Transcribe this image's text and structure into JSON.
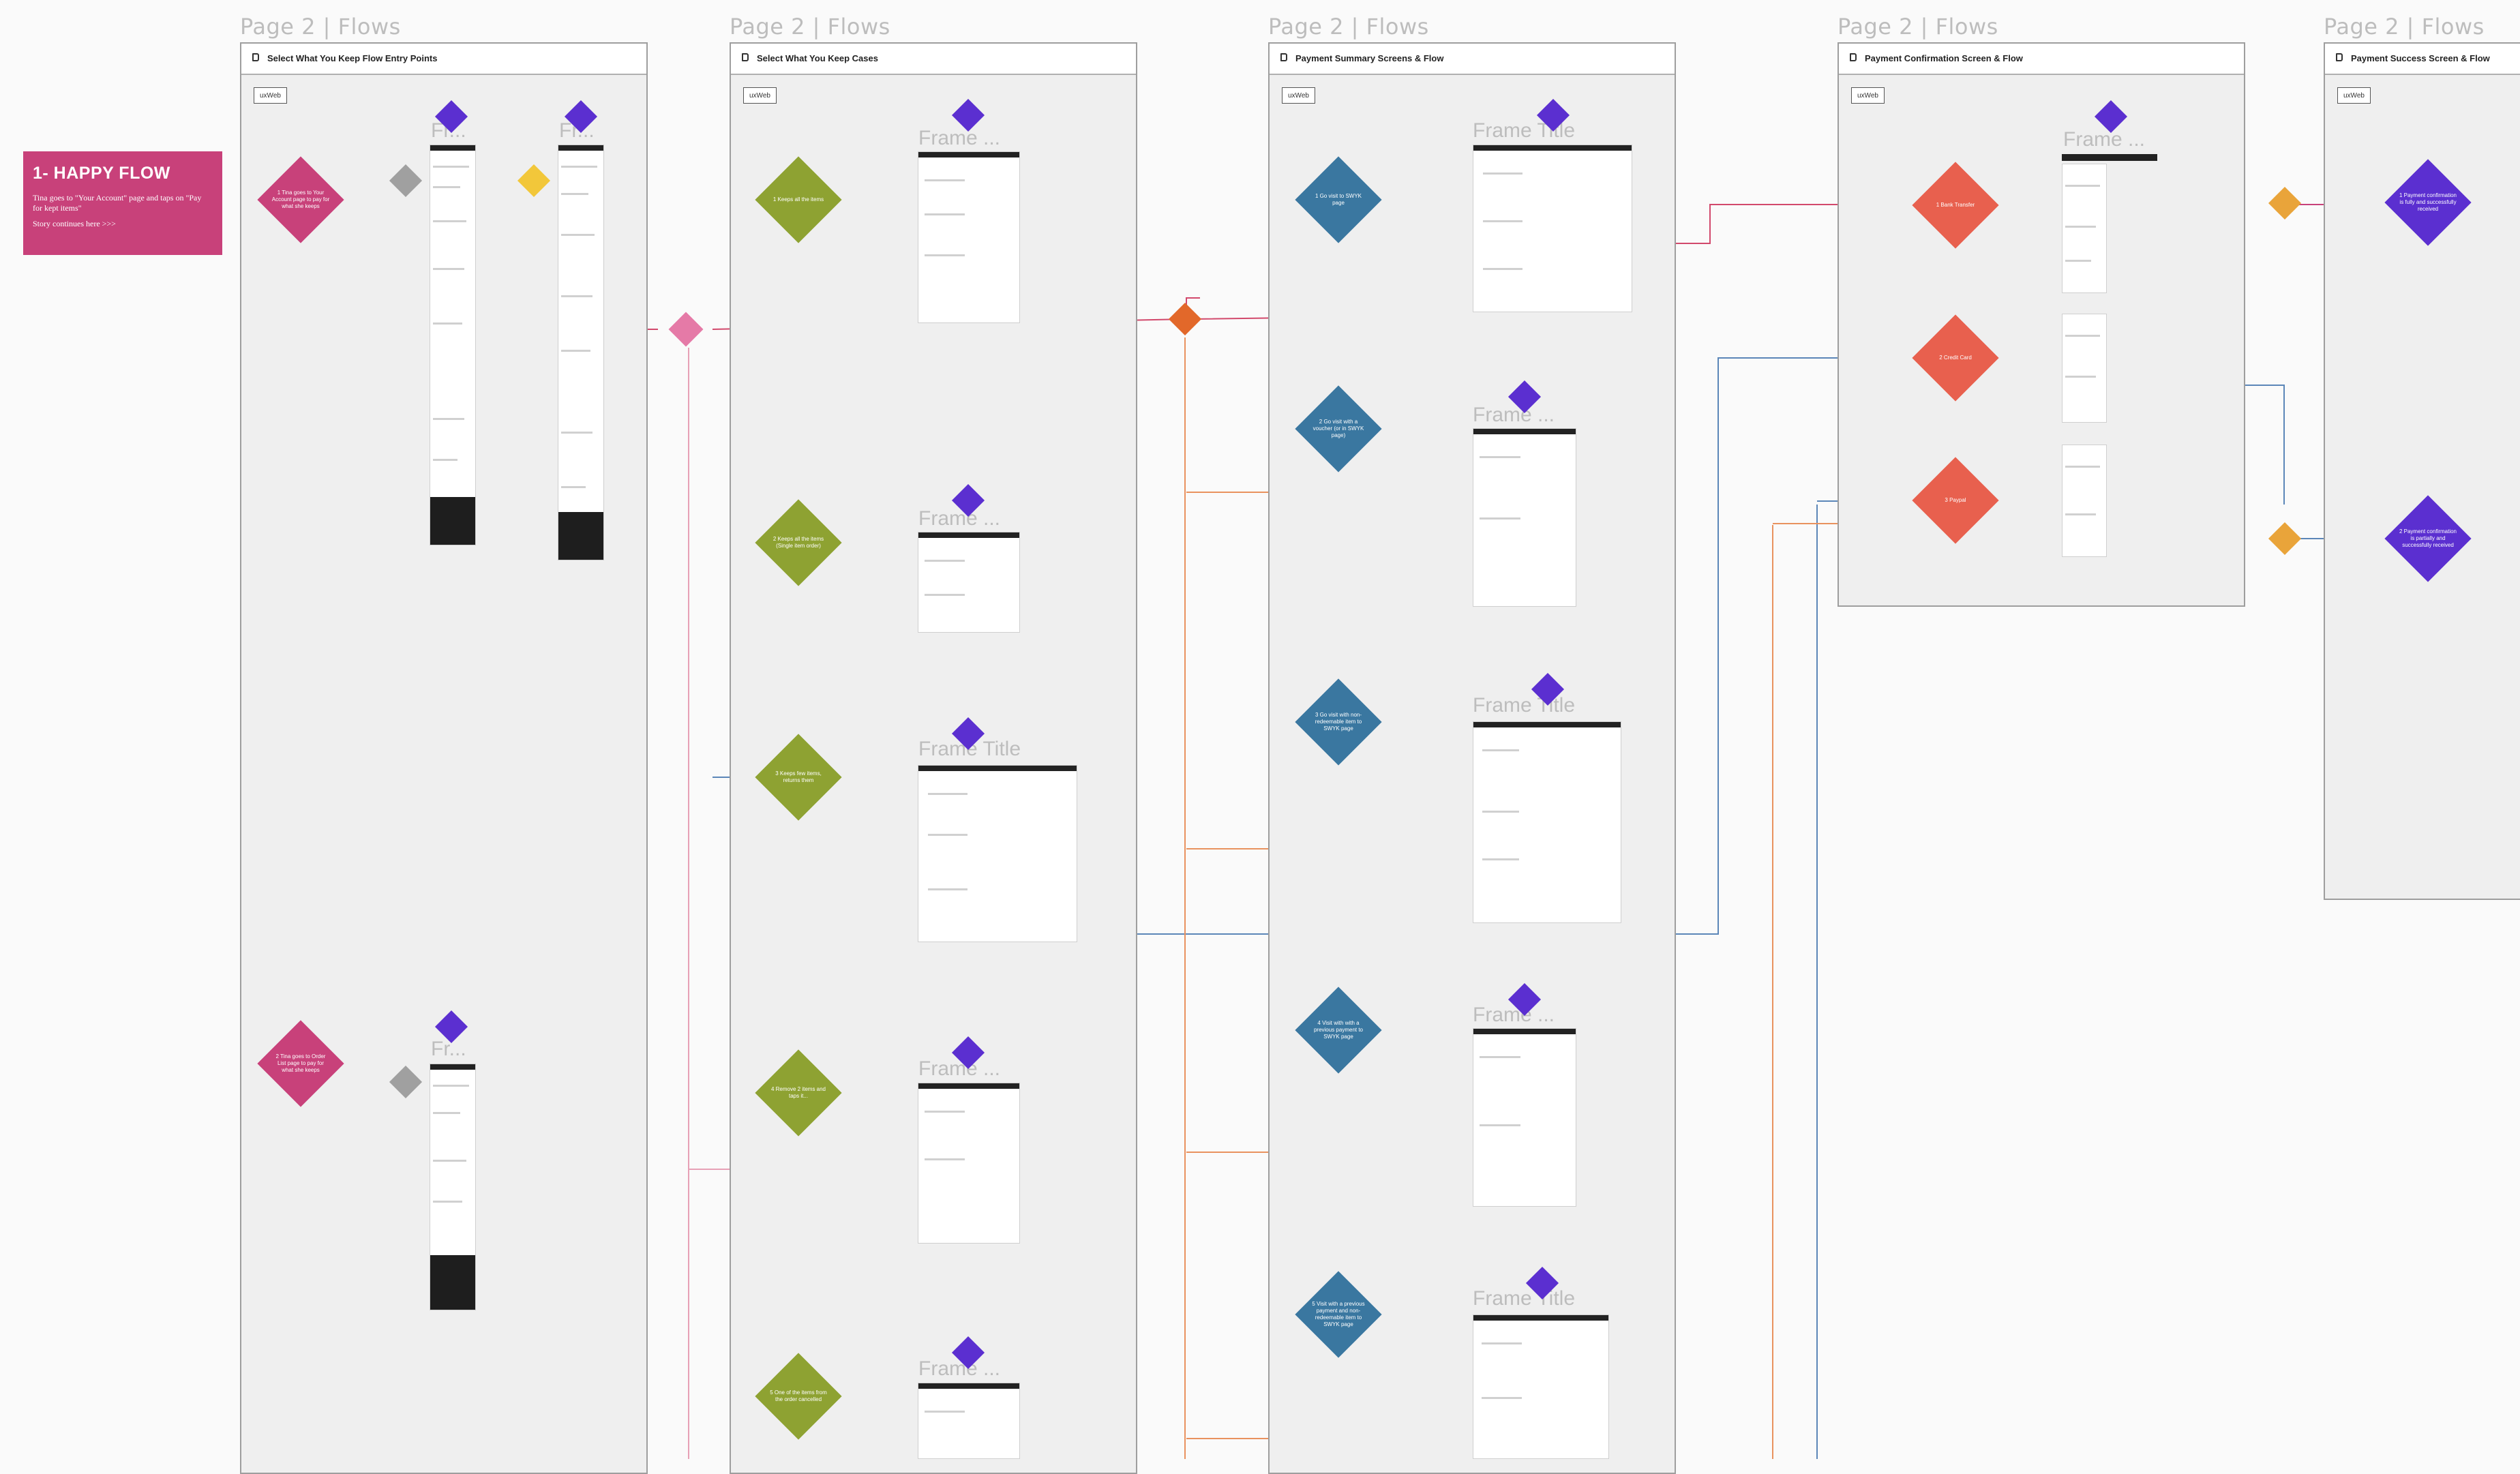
{
  "page_label": "Page 2 | Flows",
  "colors": {
    "pink": "#c8417a",
    "olive": "#8ea232",
    "blue": "#3a77a0",
    "red": "#e8604e",
    "purple": "#5b2fd0",
    "gray": "#a0a0a0",
    "yellow": "#f2c73a",
    "orange_connector": "#e2682a",
    "amber": "#e9a43a"
  },
  "happy_flow": {
    "title": "1- HAPPY FLOW",
    "text": "Tina goes to \"Your Account\" page and taps on \"Pay for kept items\"",
    "continue": "Story continues here >>>"
  },
  "sections": [
    {
      "title": "Select What You Keep Flow Entry Points",
      "tag": "uxWeb"
    },
    {
      "title": "Select What You Keep Cases",
      "tag": "uxWeb"
    },
    {
      "title": "Payment Summary Screens & Flow",
      "tag": "uxWeb"
    },
    {
      "title": "Payment Confirmation Screen & Flow",
      "tag": "uxWeb"
    },
    {
      "title": "Payment Success Screen & Flow",
      "tag": "uxWeb"
    }
  ],
  "frame_titles": {
    "short": "Fr...",
    "medium": "Frame ...",
    "full": "Frame Title"
  },
  "decision_nodes": {
    "entry": [
      "1\nTina goes to Your Account page to pay for what she keeps",
      "2\nTina goes to Order List page to pay for what she keeps"
    ],
    "cases": [
      "1\nKeeps all the items",
      "2\nKeeps all the items (Single item order)",
      "3\nKeeps few items, returns them",
      "4\nRemove 2 items and taps it...",
      "5\nOne of the items from the order cancelled"
    ],
    "summary": [
      "1\nGo visit to SWYK page",
      "2\nGo visit with a voucher (or in SWYK page)",
      "3\nGo visit with non-redeemable item to SWYK page",
      "4\nVisit with with a previous payment to SWYK page",
      "5\nVisit with a previous payment and non-redeemable item to SWYK page"
    ],
    "confirmation": [
      "1\nBank Transfer",
      "2\nCredit Card",
      "3\nPaypal"
    ],
    "success": [
      "1\nPayment confirmation is fully and successfully received",
      "2\nPayment confirmation is partially and successfully received"
    ]
  }
}
